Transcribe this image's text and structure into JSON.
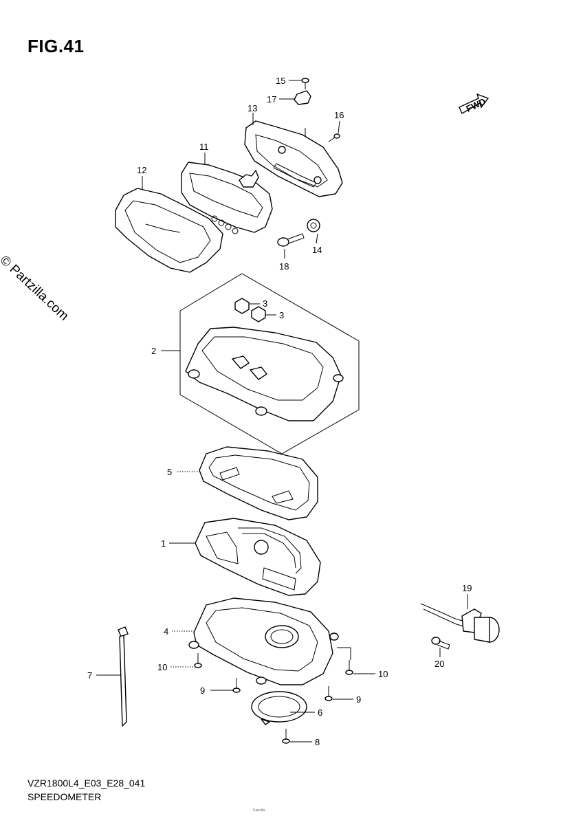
{
  "figure": {
    "title": "FIG.41",
    "model_code": "VZR1800L4_E03_E28_041",
    "section_name": "SPEEDOMETER",
    "watermark": "© Partzilla.com",
    "fwd_label": "FWD",
    "footer_note": "Partzilla"
  },
  "callouts": [
    {
      "id": "c15",
      "label": "15"
    },
    {
      "id": "c17",
      "label": "17"
    },
    {
      "id": "c13",
      "label": "13"
    },
    {
      "id": "c16",
      "label": "16"
    },
    {
      "id": "c11",
      "label": "11"
    },
    {
      "id": "c12",
      "label": "12"
    },
    {
      "id": "c14",
      "label": "14"
    },
    {
      "id": "c18",
      "label": "18"
    },
    {
      "id": "c3a",
      "label": "3"
    },
    {
      "id": "c3b",
      "label": "3"
    },
    {
      "id": "c2",
      "label": "2"
    },
    {
      "id": "c5",
      "label": "5"
    },
    {
      "id": "c1",
      "label": "1"
    },
    {
      "id": "c19",
      "label": "19"
    },
    {
      "id": "c4",
      "label": "4"
    },
    {
      "id": "c20",
      "label": "20"
    },
    {
      "id": "c7",
      "label": "7"
    },
    {
      "id": "c10a",
      "label": "10"
    },
    {
      "id": "c10b",
      "label": "10"
    },
    {
      "id": "c9a",
      "label": "9"
    },
    {
      "id": "c9b",
      "label": "9"
    },
    {
      "id": "c6",
      "label": "6"
    },
    {
      "id": "c8",
      "label": "8"
    }
  ]
}
